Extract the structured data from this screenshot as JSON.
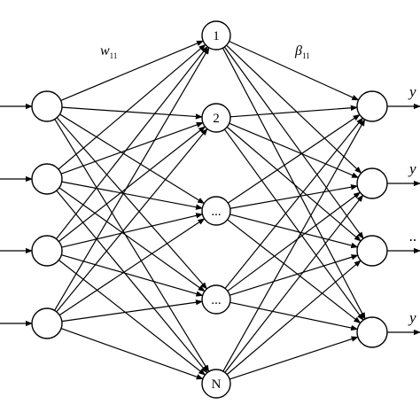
{
  "hidden_nodes": [
    {
      "label": "1"
    },
    {
      "label": "2"
    },
    {
      "label": "..."
    },
    {
      "label": "..."
    },
    {
      "label": "N"
    }
  ],
  "input_count": 4,
  "output_count": 4,
  "weights": {
    "input_hidden": {
      "symbol": "w",
      "sub": "11"
    },
    "hidden_output": {
      "symbol": "β",
      "sub": "11"
    }
  },
  "outputs": [
    "y",
    "y",
    "..",
    "y"
  ]
}
